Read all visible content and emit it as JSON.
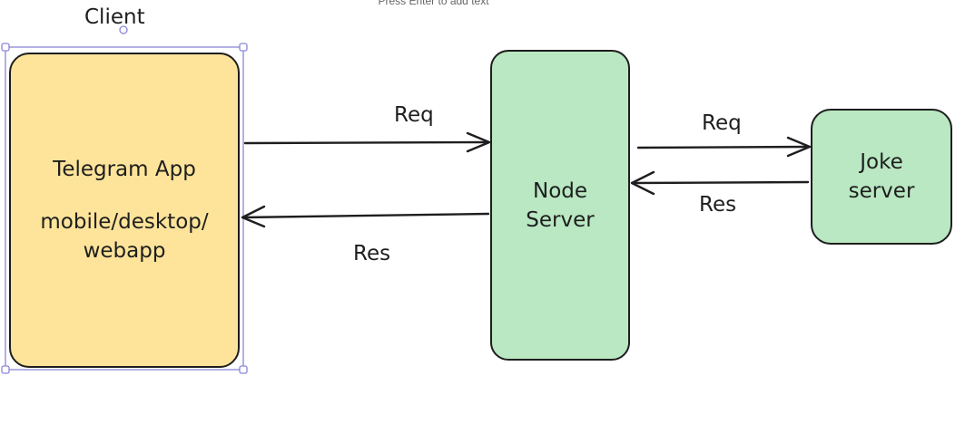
{
  "hint": "Press Enter to add text",
  "client": {
    "label": "Client",
    "box_line1": "Telegram App",
    "box_line2": "mobile/desktop/",
    "box_line3": "webapp"
  },
  "node_server": {
    "line1": "Node",
    "line2": "Server"
  },
  "joke_server": {
    "line1": "Joke",
    "line2": "server"
  },
  "arrows": {
    "client_to_node": "Req",
    "node_to_client": "Res",
    "node_to_joke": "Req",
    "joke_to_node": "Res"
  },
  "colors": {
    "client_fill": "#fde49a",
    "server_fill": "#b9e8c2",
    "stroke": "#1e1e1e",
    "selection": "#8a86d9"
  }
}
